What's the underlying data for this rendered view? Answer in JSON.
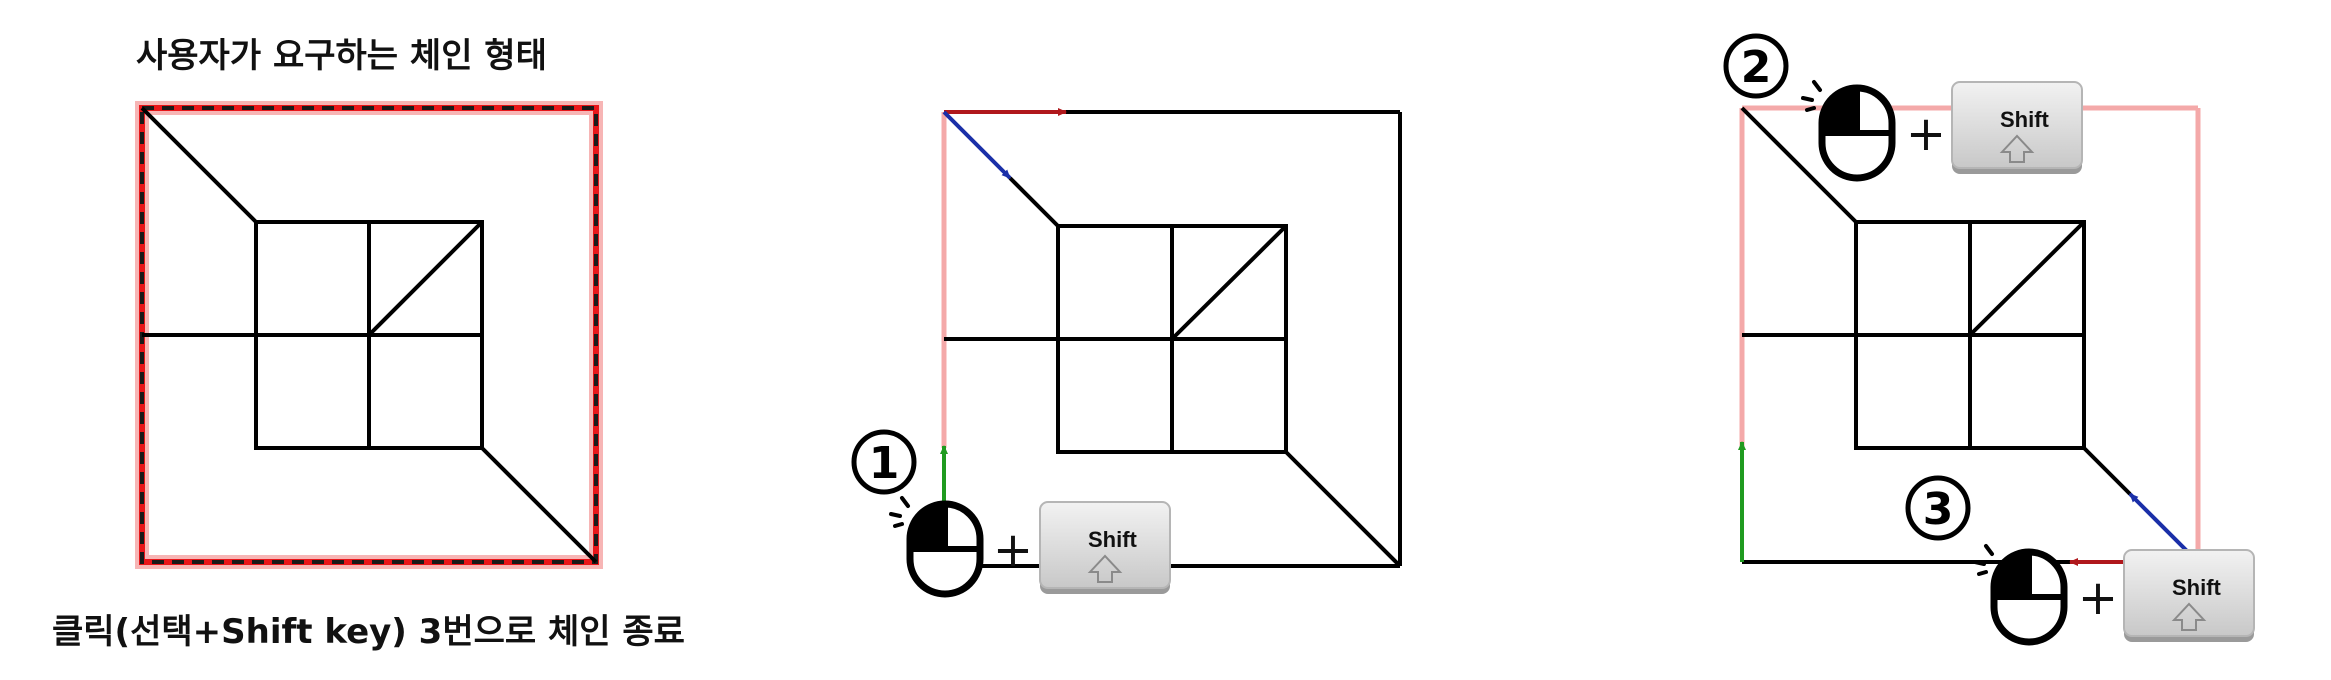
{
  "captions": {
    "required_shape": "사용자가 요구하는 체인 형태",
    "instruction": "클릭(선택+Shift key) 3번으로 체인 종료"
  },
  "steps": [
    {
      "number": "1",
      "key_label": "Shift",
      "plus": "+"
    },
    {
      "number": "2",
      "key_label": "Shift",
      "plus": "+"
    },
    {
      "number": "3",
      "key_label": "Shift",
      "plus": "+"
    }
  ],
  "colors": {
    "chain_highlight": "#e8161a",
    "chain_dash": "#1a1a1a",
    "selection_glow": "#f2a0a0",
    "arrow_red": "#b0181c",
    "arrow_blue": "#1a2fa8",
    "arrow_green": "#1f9b1f",
    "key_face": "#d9d9d9",
    "line": "#000000"
  },
  "icons": [
    "mouse-left-click-icon",
    "shift-key-icon",
    "up-arrow-outline-icon"
  ]
}
